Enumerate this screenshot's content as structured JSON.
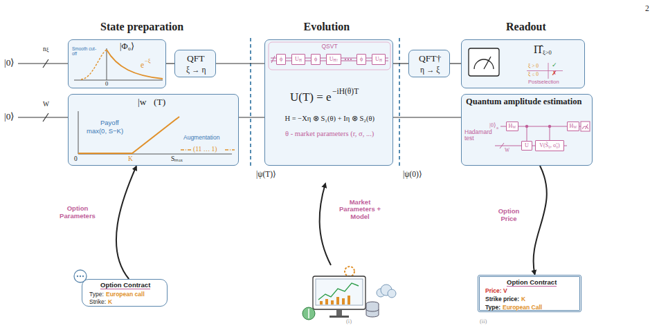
{
  "diagram": {
    "nodes": [
      {
        "text": [
          "|Φ₀⟩",
          "Smooth cut-off",
          "e",
          "−ξ",
          "0"
        ]
      },
      {
        "text": [
          "QFT",
          "ξ → η"
        ]
      },
      {
        "text": [
          "|w⃗(T)⟩",
          "Payoff",
          "max(0, S−K)",
          "Augmentation",
          "(11 … 1)",
          "0",
          "K",
          "Sₘₐₓ"
        ]
      },
      {
        "text": [
          "QSVT",
          "U(T) = e",
          "−iH(θ)T",
          "H = −Xη ⊗ S₁(θ) + Iη ⊗ S₂(θ)",
          "θ - market parameters (r, σ, ...)"
        ]
      },
      {
        "text": [
          "ϕ"
        ],
        "in": 3
      },
      {
        "text": [
          "U",
          "H"
        ],
        "in": 3
      },
      {
        "text": [
          "ϕ"
        ],
        "in": 3
      },
      {
        "text": [
          "U",
          "H†"
        ],
        "in": 3
      },
      {
        "text": [
          "ϕ"
        ],
        "in": 3
      },
      {
        "text": [
          "U",
          "H"
        ],
        "in": 3
      },
      {
        "text": [
          "QFT†",
          "η → ξ"
        ]
      },
      {
        "text": [
          "Π̂",
          "ξ>0",
          "ξ > 0",
          "✓",
          "ξ ≤ 0",
          "✗",
          "Postselection"
        ]
      },
      {
        "text": [
          "Quantum amplitude estimation",
          "Hadamard test",
          "|0⟩",
          "a",
          "W"
        ]
      },
      {
        "text": [
          "H",
          "W"
        ],
        "in": 12
      },
      {
        "text": [
          "U"
        ],
        "in": 12
      },
      {
        "text": [
          "V(S̃₀, σ̃₀)"
        ],
        "in": 12
      },
      {
        "text": [
          "H",
          "W"
        ],
        "in": 12
      },
      {
        "text": [
          "Option Contract",
          "Type:",
          "European call",
          "Strike:",
          "K"
        ]
      },
      {
        "text": [
          "Option Contract",
          "Price: V",
          "Strike price:",
          "K",
          "Type:",
          "European Call"
        ]
      }
    ],
    "edges": [
      {
        "from": 0,
        "to": 1,
        "arrow": "none"
      },
      {
        "from": 1,
        "to": 3,
        "arrow": "none"
      },
      {
        "from": 3,
        "to": 10,
        "arrow": "none"
      },
      {
        "from": 10,
        "to": 11,
        "arrow": "none"
      },
      {
        "from": 2,
        "to": 3,
        "arrow": "none"
      },
      {
        "from": 3,
        "to": 12,
        "arrow": "none"
      },
      {
        "from": 17,
        "to": 2,
        "label": "Option Parameters",
        "arrow": "to"
      },
      {
        "from": 12,
        "to": 18,
        "label": "Option Price",
        "arrow": "to"
      }
    ],
    "labels": [
      "2",
      "State preparation",
      "Evolution",
      "Readout",
      "|0⟩",
      "n",
      "ξ",
      "|0⟩",
      "W",
      "|ψ(T)⟩",
      "|ψ(0)⟩",
      "Market Parameters + Model",
      "(i)",
      "(ii)"
    ]
  }
}
